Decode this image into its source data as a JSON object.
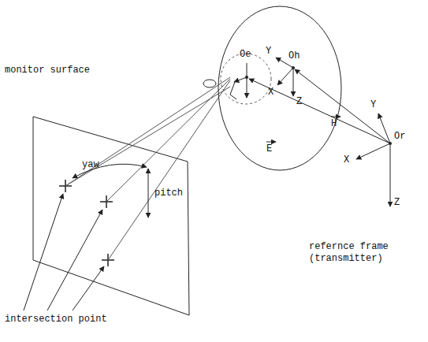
{
  "diagram": {
    "labels": [
      "monitor surface",
      "yaw",
      "pitch",
      "intersection point",
      "Oe",
      "Oh",
      "Y",
      "X",
      "Z",
      "H",
      "E",
      "Y",
      "X",
      "Z",
      "Or",
      "refernce frame (transmitter)"
    ]
  }
}
